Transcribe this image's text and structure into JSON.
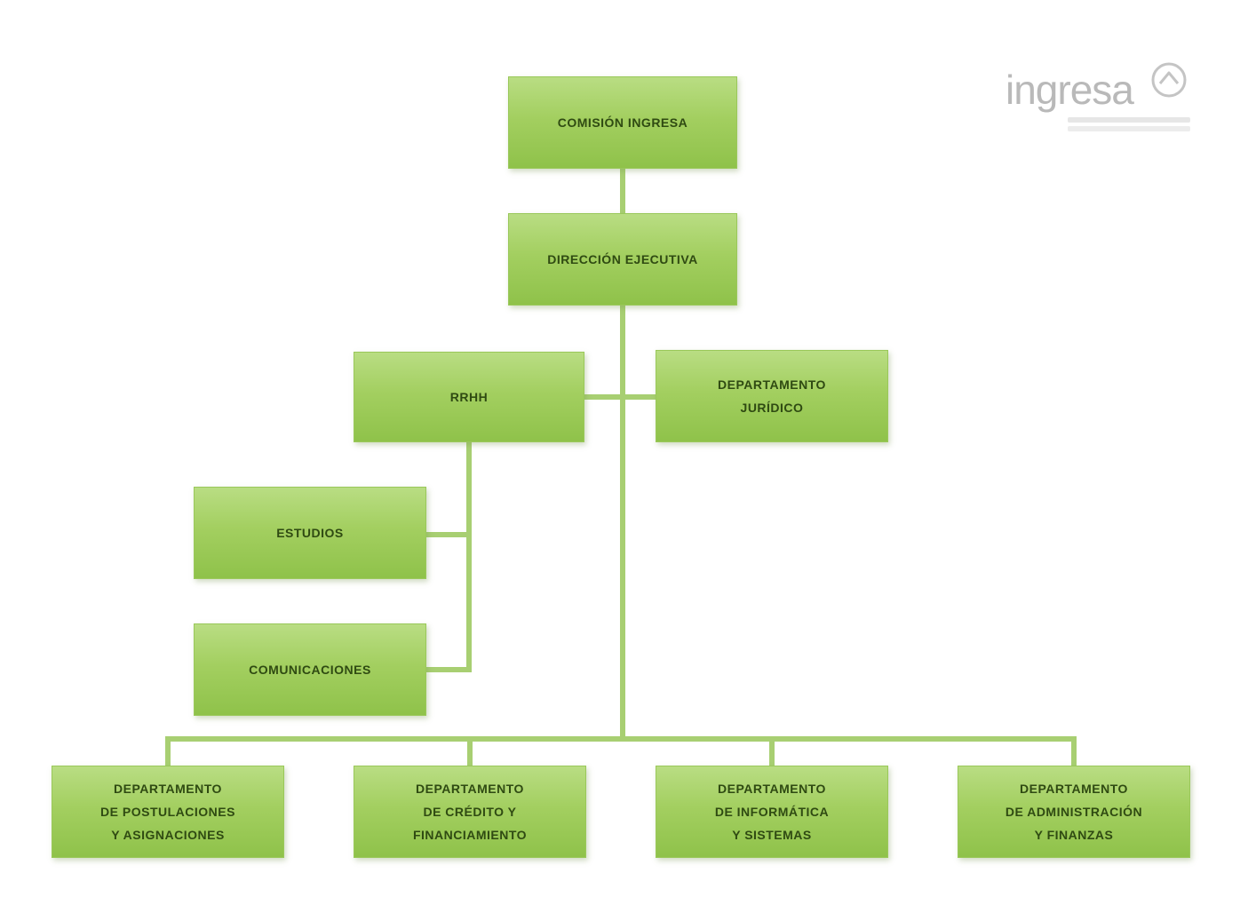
{
  "org_chart": {
    "nodes": {
      "comision": "COMISIÓN INGRESA",
      "direccion": "DIRECCIÓN EJECUTIVA",
      "rrhh": "RRHH",
      "juridico": "DEPARTAMENTO\nJURÍDICO",
      "estudios": "ESTUDIOS",
      "comunicaciones": "COMUNICACIONES",
      "postulaciones": "DEPARTAMENTO\nDE POSTULACIONES\nY ASIGNACIONES",
      "credito": "DEPARTAMENTO\nDE CRÉDITO Y\nFINANCIAMIENTO",
      "informatica": "DEPARTAMENTO\nDE INFORMÁTICA\nY SISTEMAS",
      "administracion": "DEPARTAMENTO\nDE ADMINISTRACIÓN\nY FINANZAS"
    },
    "colors": {
      "box_fill": "#a3cf60",
      "box_text": "#2f4a12",
      "connector": "#a8cf72"
    }
  },
  "logo": {
    "wordmark": "ingresa",
    "icon": "circle-arrow-icon",
    "color": "#b9b9b9"
  }
}
